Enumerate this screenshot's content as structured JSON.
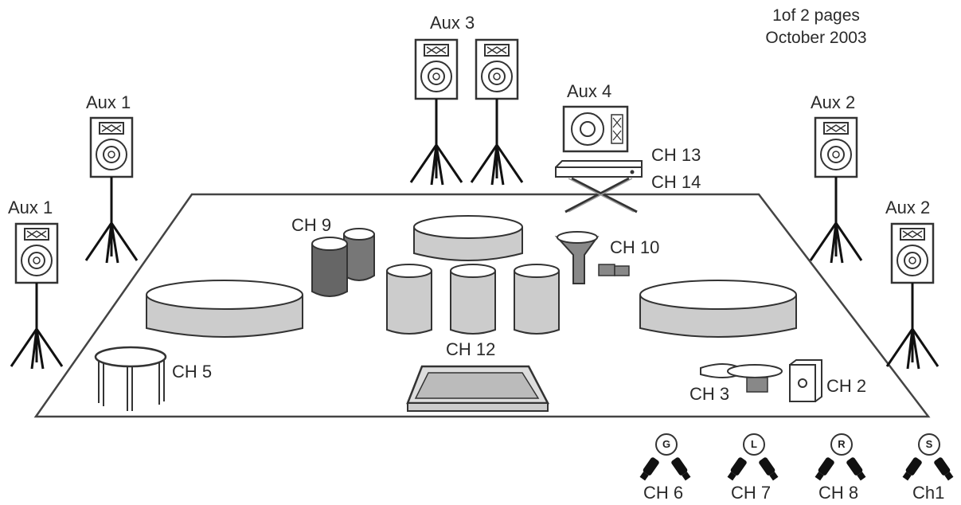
{
  "header": {
    "pages": "1of 2 pages",
    "date": "October 2003"
  },
  "speakers": {
    "aux1_back": "Aux 1",
    "aux1_front": "Aux 1",
    "aux3": "Aux 3",
    "aux4": "Aux 4",
    "aux2_back": "Aux 2",
    "aux2_front": "Aux 2"
  },
  "channels": {
    "ch13": "CH 13",
    "ch14": "CH 14",
    "ch9": "CH 9",
    "ch10": "CH 10",
    "ch5": "CH 5",
    "ch12": "CH 12",
    "ch3": "CH 3",
    "ch2": "CH 2"
  },
  "mics": [
    {
      "letter": "G",
      "channel": "CH 6"
    },
    {
      "letter": "L",
      "channel": "CH 7"
    },
    {
      "letter": "R",
      "channel": "CH 8"
    },
    {
      "letter": "S",
      "channel": "Ch1"
    }
  ]
}
